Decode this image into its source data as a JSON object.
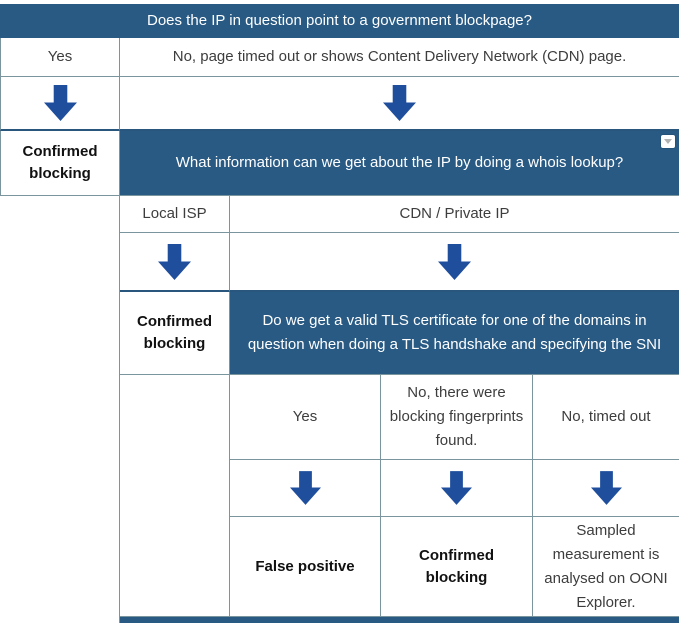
{
  "colors": {
    "header_bg": "#285a84",
    "arrow": "#1f4e9c",
    "border": "#7b959f",
    "dark_border": "#29567c",
    "text": "#3d3d3d",
    "bold_text": "#111111",
    "header_text": "#ffffff"
  },
  "icons": {
    "down_arrow_icon": "solid navy down arrow (CSS/SVG shape)",
    "dropdown_icon": "small white square with gray down triangle"
  },
  "flowchart": {
    "question1": "Does the IP in question point to a government blockpage?",
    "q1_answer_yes": "Yes",
    "q1_answer_no": "No, page timed out or shows Content Delivery Network (CDN) page.",
    "outcome_confirmed_blocking_1": "Confirmed blocking",
    "question2": "What information can we get about the IP by doing a whois lookup?",
    "q2_answer_local_isp": "Local ISP",
    "q2_answer_cdn": "CDN / Private IP",
    "outcome_confirmed_blocking_2": "Confirmed blocking",
    "question3": "Do we get a valid TLS certificate for one of the domains in question when doing a TLS handshake and specifying the SNI",
    "q3_answer_yes": "Yes",
    "q3_answer_no_fingerprints": "No, there were blocking fingerprints found.",
    "q3_answer_no_timeout": "No, timed out",
    "outcome_false_positive": "False positive",
    "outcome_confirmed_blocking_3": "Confirmed blocking",
    "outcome_sampled": "Sampled measurement is analysed on OONI Explorer."
  }
}
